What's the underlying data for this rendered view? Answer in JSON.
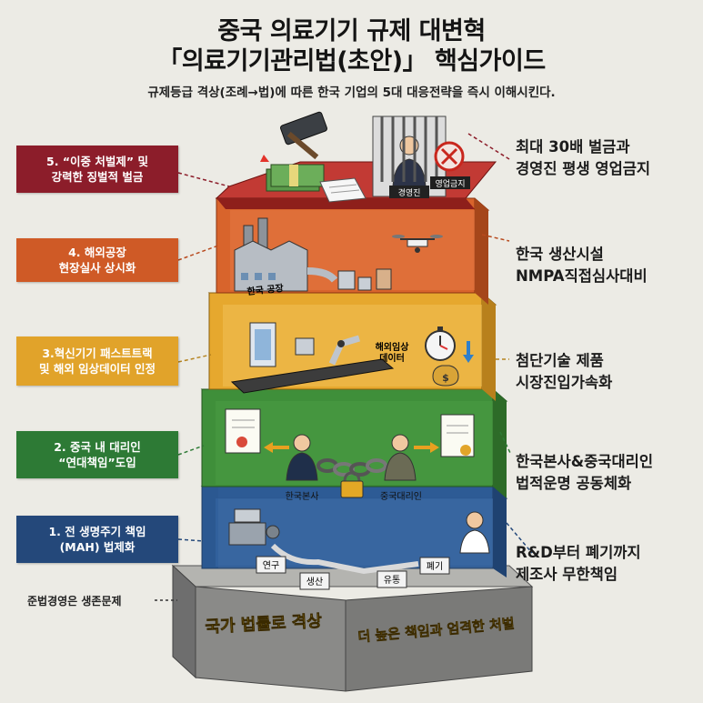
{
  "title": {
    "line1": "중국 의료기기 규제 대변혁",
    "line2": "「의료기기관리법(초안)」 핵심가이드"
  },
  "subtitle": "규제등급 격상(조례→법)에 따른 한국 기업의 5대 대응전략을 즉시 이해시킨다.",
  "layers": [
    {
      "left_line1": "5. “이중 처벌제” 및",
      "left_line2": "강력한 징벌적 벌금",
      "right_line1": "최대 30배 벌금과",
      "right_line2": "경영진 평생 영업금지",
      "color": "#bf3434"
    },
    {
      "left_line1": "4. 해외공장",
      "left_line2": "현장실사 상시화",
      "right_line1": "한국 생산시설",
      "right_line2": "NMPA직접심사대비",
      "color": "#d8642c"
    },
    {
      "left_line1": "3.혁신기기 패스트트랙",
      "left_line2": "및 해외 임상데이터 인정",
      "right_line1": "첨단기술 제품",
      "right_line2": "시장진입가속화",
      "color": "#e6a82e"
    },
    {
      "left_line1": "2. 중국 내 대리인",
      "left_line2": "“연대책임”도입",
      "right_line1": "한국본사&중국대리인",
      "right_line2": "법적운명 공동체화",
      "color": "#3f8f3a"
    },
    {
      "left_line1": "1. 전 생명주기 책임",
      "left_line2": "(MAH) 법제화",
      "right_line1": "R&D부터 폐기까지",
      "right_line2": "제조사 무한책임",
      "color": "#2c5a94"
    }
  ],
  "base": {
    "note": "준법경영은 생존문제",
    "front": "국가 법률로 격상",
    "side": "더 높은 책임과 엄격한 처벌",
    "color": "#8f8f8f"
  },
  "illustration_labels": {
    "prison_person": "경영진",
    "ban_sign": "영업금지",
    "factory": "한국 공장",
    "overseas_data_line1": "해외임상",
    "overseas_data_line2": "데이터",
    "hq": "한국본사",
    "agent": "중국대리인",
    "lifecycle": [
      "연구",
      "생산",
      "유통",
      "폐기"
    ]
  },
  "icons": [
    "gavel-icon",
    "cash-icon",
    "documents-icon",
    "prison-icon",
    "ban-icon",
    "factory-icon",
    "drone-icon",
    "scanner-icon",
    "stopwatch-icon",
    "money-bag-icon",
    "certificate-icon",
    "chain-icon",
    "padlock-icon",
    "arrow-icon",
    "machine-icon",
    "doctor-icon"
  ]
}
